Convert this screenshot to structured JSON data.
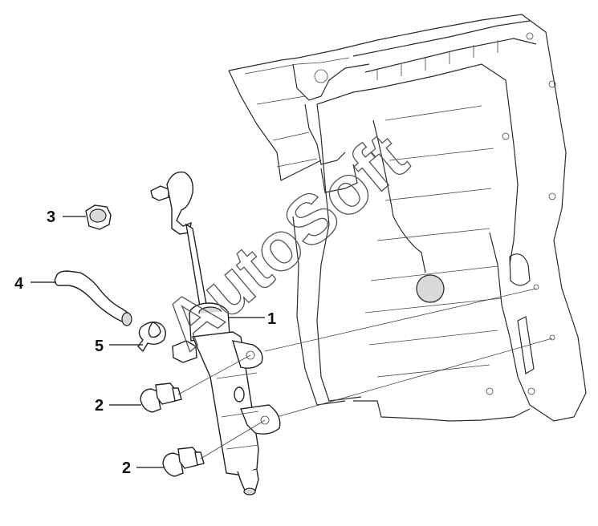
{
  "callouts": [
    {
      "label": "1"
    },
    {
      "label": "2"
    },
    {
      "label": "2"
    },
    {
      "label": "3"
    },
    {
      "label": "4"
    },
    {
      "label": "5"
    }
  ],
  "watermark": "AutoSoft",
  "colors": {
    "line": "#222222",
    "background": "#ffffff",
    "shade": "#d9d9d9"
  }
}
